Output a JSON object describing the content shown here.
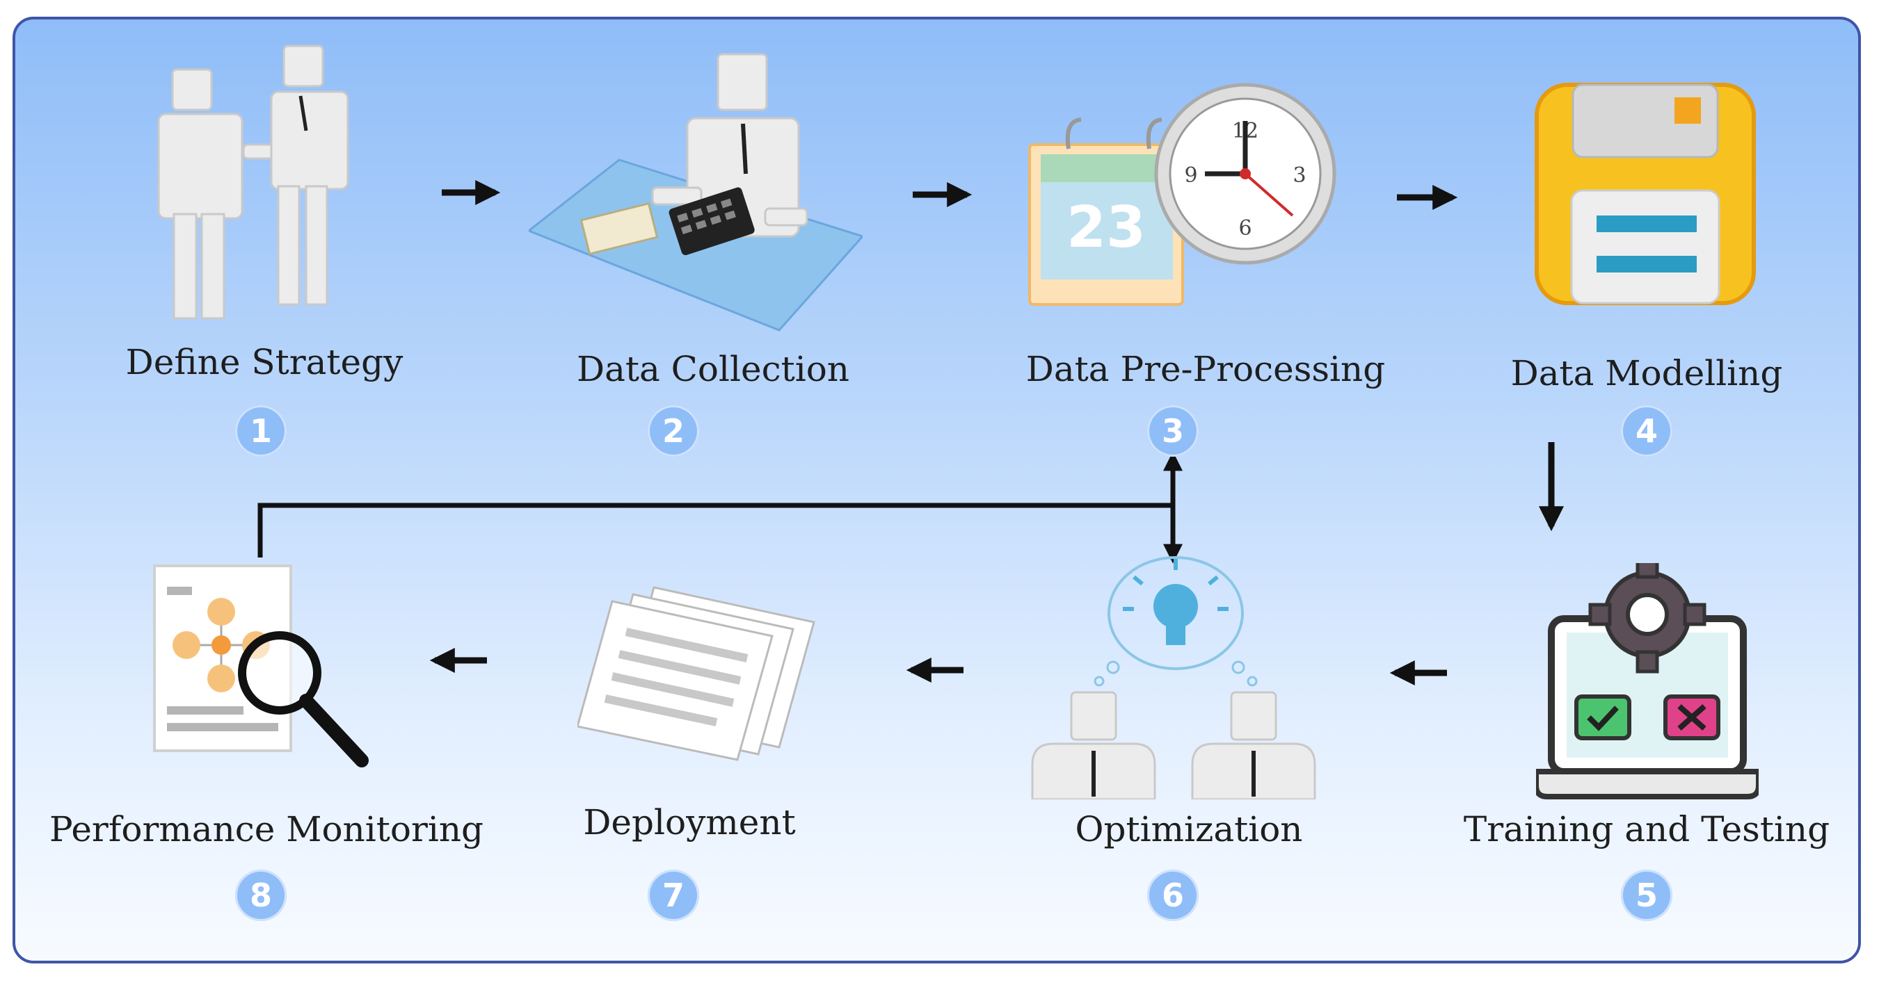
{
  "steps": [
    {
      "number": "1",
      "label": "Define Strategy"
    },
    {
      "number": "2",
      "label": "Data Collection"
    },
    {
      "number": "3",
      "label": "Data Pre-Processing"
    },
    {
      "number": "4",
      "label": "Data Modelling"
    },
    {
      "number": "5",
      "label": "Training and Testing"
    },
    {
      "number": "6",
      "label": "Optimization"
    },
    {
      "number": "7",
      "label": "Deployment"
    },
    {
      "number": "8",
      "label": "Performance Monitoring"
    }
  ],
  "calendar": {
    "day": "23"
  },
  "clock": {
    "n12": "12",
    "n3": "3",
    "n6": "6",
    "n9": "9"
  },
  "colors": {
    "panel_border": "#3f55a6",
    "panel_top": "#8fbdf8",
    "badge": "#8fbdf8",
    "arrow": "#111111",
    "floppy": "#f7c21f",
    "test_pass": "#4cc46f",
    "test_fail": "#e0428a"
  }
}
